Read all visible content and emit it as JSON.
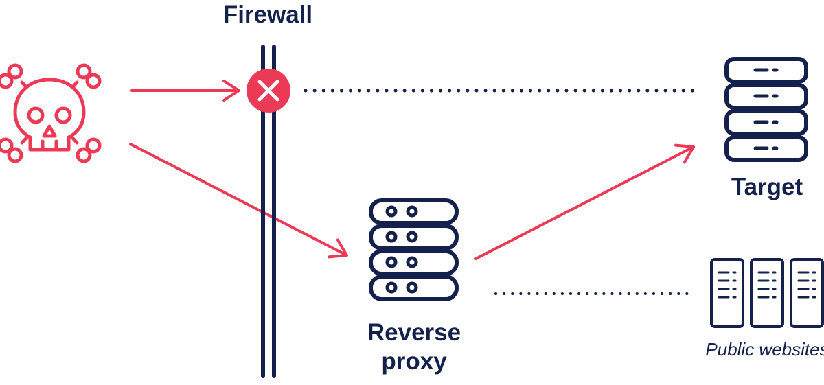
{
  "labels": {
    "firewall": "Firewall",
    "target": "Target",
    "reverse_proxy": "Reverse proxy",
    "public_websites": "Public websites"
  },
  "colors": {
    "navy": "#14214d",
    "red": "#ea3a55",
    "white": "#ffffff"
  },
  "icons": {
    "attacker": "skull-crossbones-icon",
    "blocked": "x-circle-icon",
    "proxy": "server-stack-icon",
    "target": "server-stack-icon",
    "public": "server-rack-icon"
  }
}
